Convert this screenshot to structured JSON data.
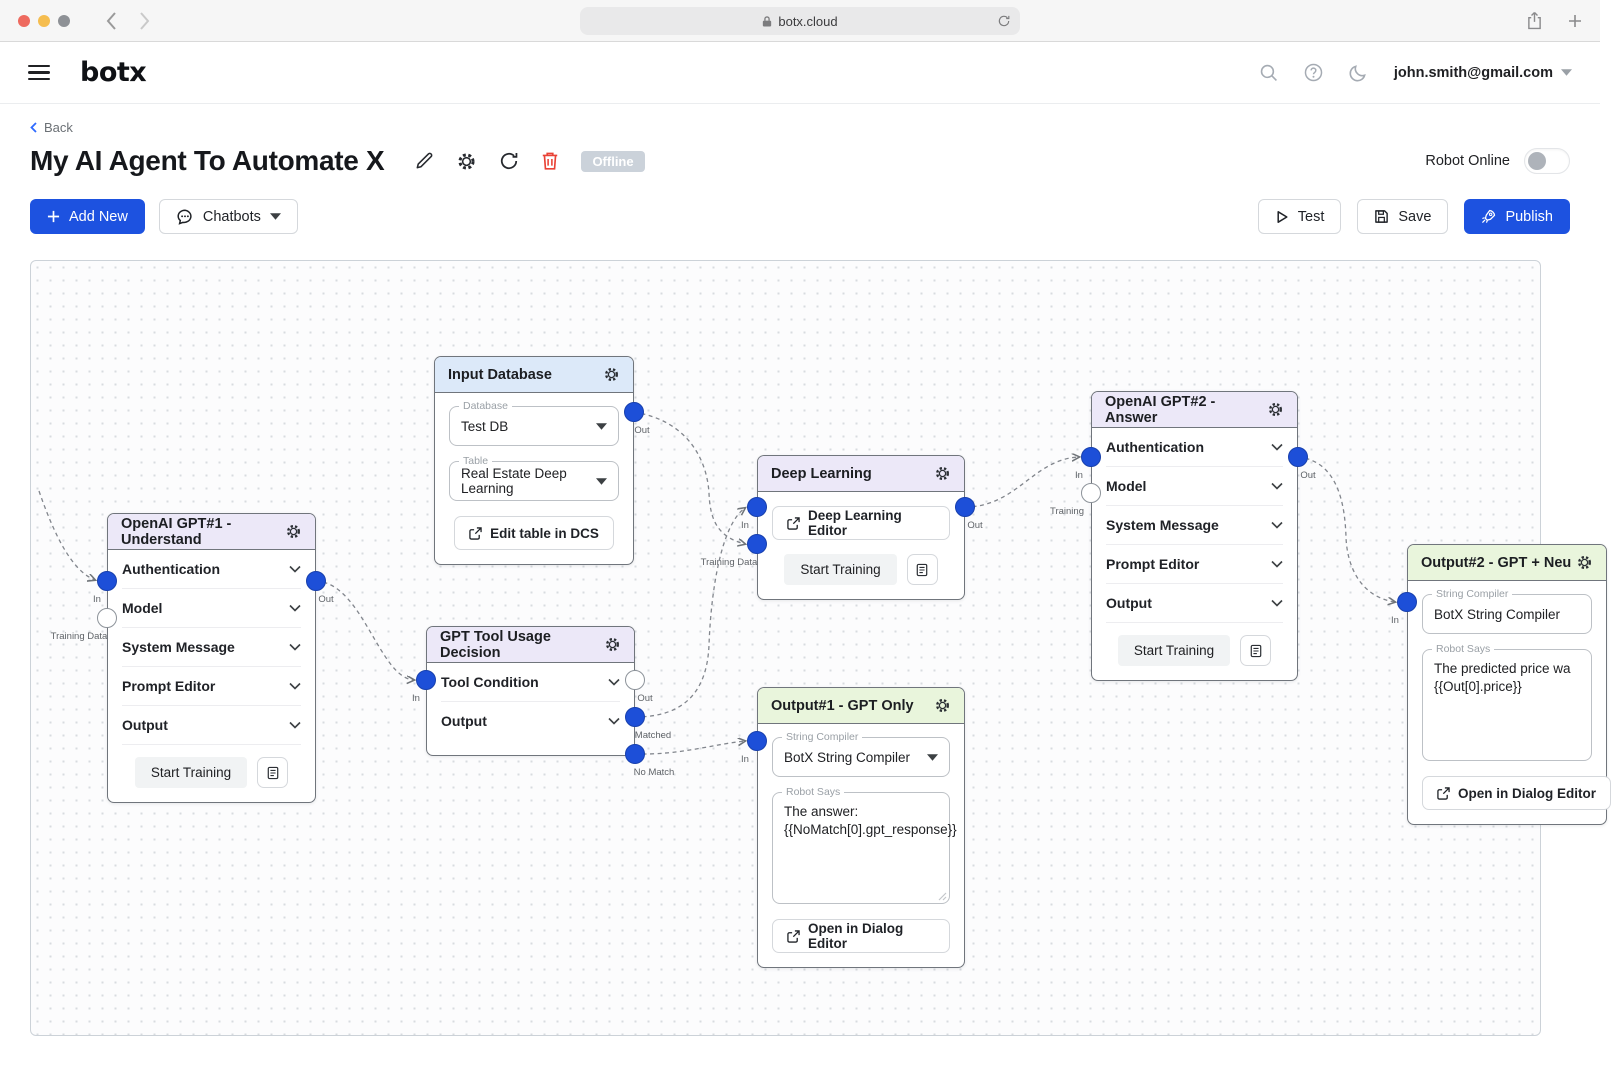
{
  "browser": {
    "url": "botx.cloud"
  },
  "header": {
    "logo": "botx",
    "email": "john.smith@gmail.com"
  },
  "page": {
    "back": "Back",
    "title": "My AI Agent To Automate X",
    "status_badge": "Offline",
    "robot_toggle_label": "Robot Online"
  },
  "toolbar": {
    "add_new": "Add New",
    "chatbots": "Chatbots",
    "test": "Test",
    "save": "Save",
    "publish": "Publish"
  },
  "colors": {
    "accent_blue": "#1d52e0",
    "port_blue": "#1d4fd8",
    "header_blue": "#dce9f9",
    "header_purple": "#ece8f8",
    "header_green": "#e9f5dc",
    "offline_badge": "#cbd2da",
    "trash_red": "#e94235"
  },
  "nodes": {
    "input_db": {
      "title": "Input Database",
      "database_label": "Database",
      "database_value": "Test DB",
      "table_label": "Table",
      "table_value": "Real Estate Deep Learning",
      "edit_button": "Edit table in DCS",
      "port_labels": {
        "out": "Out"
      }
    },
    "gpt1": {
      "title": "OpenAI GPT#1 - Understand",
      "sections": [
        "Authentication",
        "Model",
        "System Message",
        "Prompt Editor",
        "Output"
      ],
      "start_training": "Start Training",
      "port_labels": {
        "in": "In",
        "training": "Training Data",
        "out": "Out"
      }
    },
    "gpt_tool": {
      "title": "GPT Tool Usage Decision",
      "sections": [
        "Tool Condition",
        "Output"
      ],
      "port_labels": {
        "in": "In",
        "out": "Out",
        "matched": "Matched",
        "no_match": "No Match"
      }
    },
    "deep_learning": {
      "title": "Deep Learning",
      "editor_button": "Deep Learning Editor",
      "start_training": "Start Training",
      "port_labels": {
        "in": "In",
        "training": "Training Data",
        "out": "Out"
      }
    },
    "output1": {
      "title": "Output#1 - GPT Only",
      "compiler_label": "String Compiler",
      "compiler_value": "BotX String Compiler",
      "robot_says_label": "Robot Says",
      "robot_says_value": "The answer:\n{{NoMatch[0].gpt_response}}",
      "open_button": "Open in Dialog Editor",
      "port_labels": {
        "in": "In"
      }
    },
    "gpt2": {
      "title": "OpenAI GPT#2 - Answer",
      "sections": [
        "Authentication",
        "Model",
        "System Message",
        "Prompt Editor",
        "Output"
      ],
      "start_training": "Start Training",
      "port_labels": {
        "in": "In",
        "training": "Training",
        "out": "Out"
      }
    },
    "output2": {
      "title": "Output#2 - GPT + Neu",
      "compiler_label": "String Compiler",
      "compiler_value": "BotX String Compiler",
      "robot_says_label": "Robot Says",
      "robot_says_value": "The predicted price wa\n{{Out[0].price}}",
      "open_button": "Open in Dialog Editor",
      "port_labels": {
        "in": "In"
      }
    }
  }
}
